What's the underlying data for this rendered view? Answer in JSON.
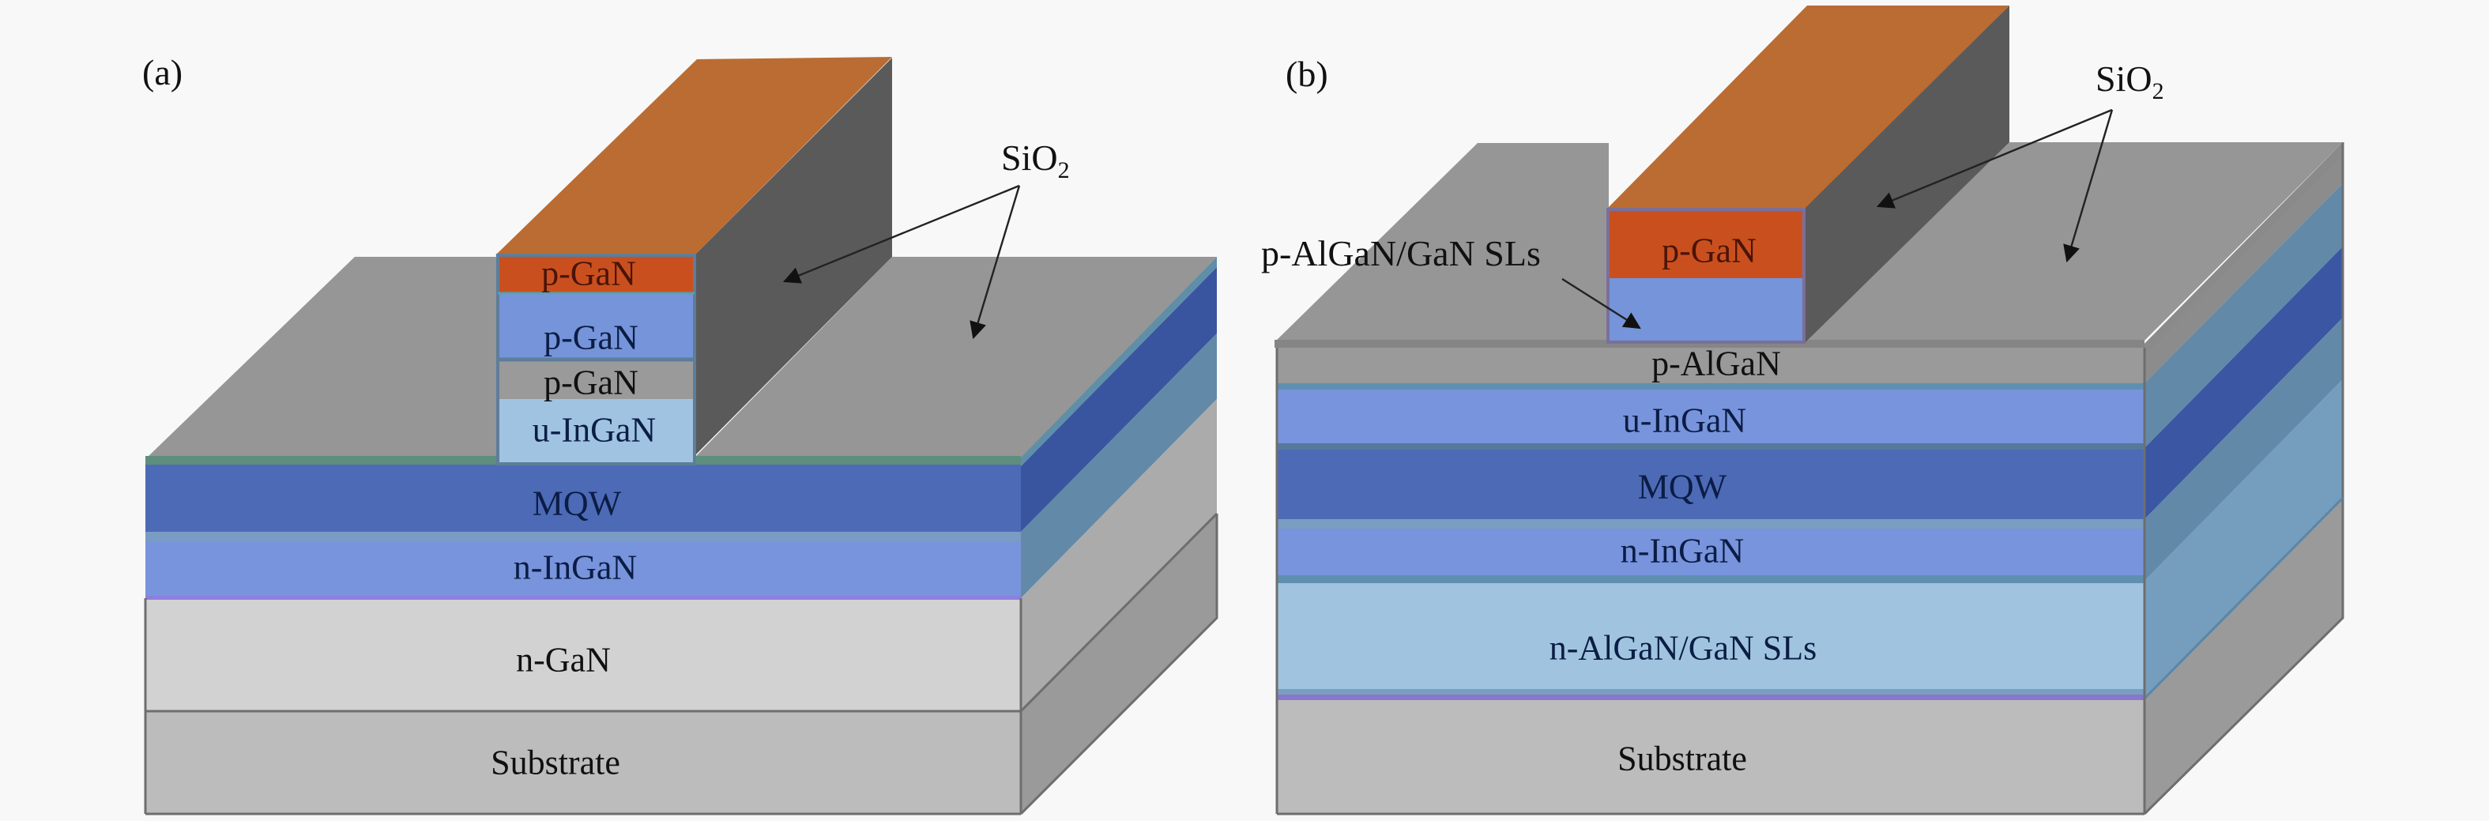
{
  "figure": {
    "panels": [
      {
        "id": "a",
        "label": "(a)",
        "callout": {
          "text": "SiO",
          "subscript": "2",
          "targets": [
            "ridge-sidewall",
            "top-surface"
          ]
        },
        "ridge_layers": [
          {
            "name": "p-GaN",
            "color": "#c9501e",
            "text_style": "red"
          },
          {
            "name": "p-GaN",
            "color": "#7694d9",
            "text_style": "navy"
          },
          {
            "name": "p-GaN",
            "color": "#9a9a9a",
            "text_style": "dark"
          },
          {
            "name": "u-InGaN",
            "color": "#9fc3e1",
            "text_style": "navy"
          }
        ],
        "stack_layers": [
          {
            "name": "MQW",
            "color": "#4d6ab6",
            "side_color": "#3a55a0",
            "text_style": "navy"
          },
          {
            "name": "n-InGaN",
            "color": "#7894dc",
            "side_color": "#6289a8",
            "text_style": "navy"
          },
          {
            "name": "n-GaN",
            "color": "#d2d2d2",
            "side_color": "#ababab",
            "text_style": "dark"
          },
          {
            "name": "Substrate",
            "color": "#bcbcbc",
            "side_color": "#9a9a9a",
            "text_style": "dark"
          }
        ]
      },
      {
        "id": "b",
        "label": "(b)",
        "callout": {
          "text": "SiO",
          "subscript": "2",
          "targets": [
            "ridge-sidewall",
            "top-surface"
          ]
        },
        "side_callout": {
          "text": "p-AlGaN/GaN SLs",
          "target": "ridge-sls-layer"
        },
        "ridge_layers": [
          {
            "name": "p-GaN",
            "color": "#c9501e",
            "text_style": "red"
          },
          {
            "name": "",
            "color": "#7694d9",
            "text_style": "navy"
          }
        ],
        "stack_layers": [
          {
            "name": "p-AlGaN",
            "color": "#9a9a9a",
            "side_color": "#8c8c8c",
            "text_style": "dark"
          },
          {
            "name": "u-InGaN",
            "color": "#7894dc",
            "side_color": "#6289a8",
            "text_style": "navy"
          },
          {
            "name": "MQW",
            "color": "#4d6ab6",
            "side_color": "#3b56a3",
            "text_style": "navy"
          },
          {
            "name": "n-InGaN",
            "color": "#7894dc",
            "side_color": "#6289a8",
            "text_style": "navy"
          },
          {
            "name": "n-AlGaN/GaN SLs",
            "color": "#a0c4e0",
            "side_color": "#759dbd",
            "text_style": "navy"
          },
          {
            "name": "Substrate",
            "color": "#bcbcbc",
            "side_color": "#9a9a9a",
            "text_style": "dark"
          }
        ]
      }
    ],
    "colors": {
      "sio2_top": "#969696",
      "sio2_sidewall": "#5a5a5a",
      "ridge_top": "#ba6c32",
      "background": "#f8f8f8"
    }
  }
}
